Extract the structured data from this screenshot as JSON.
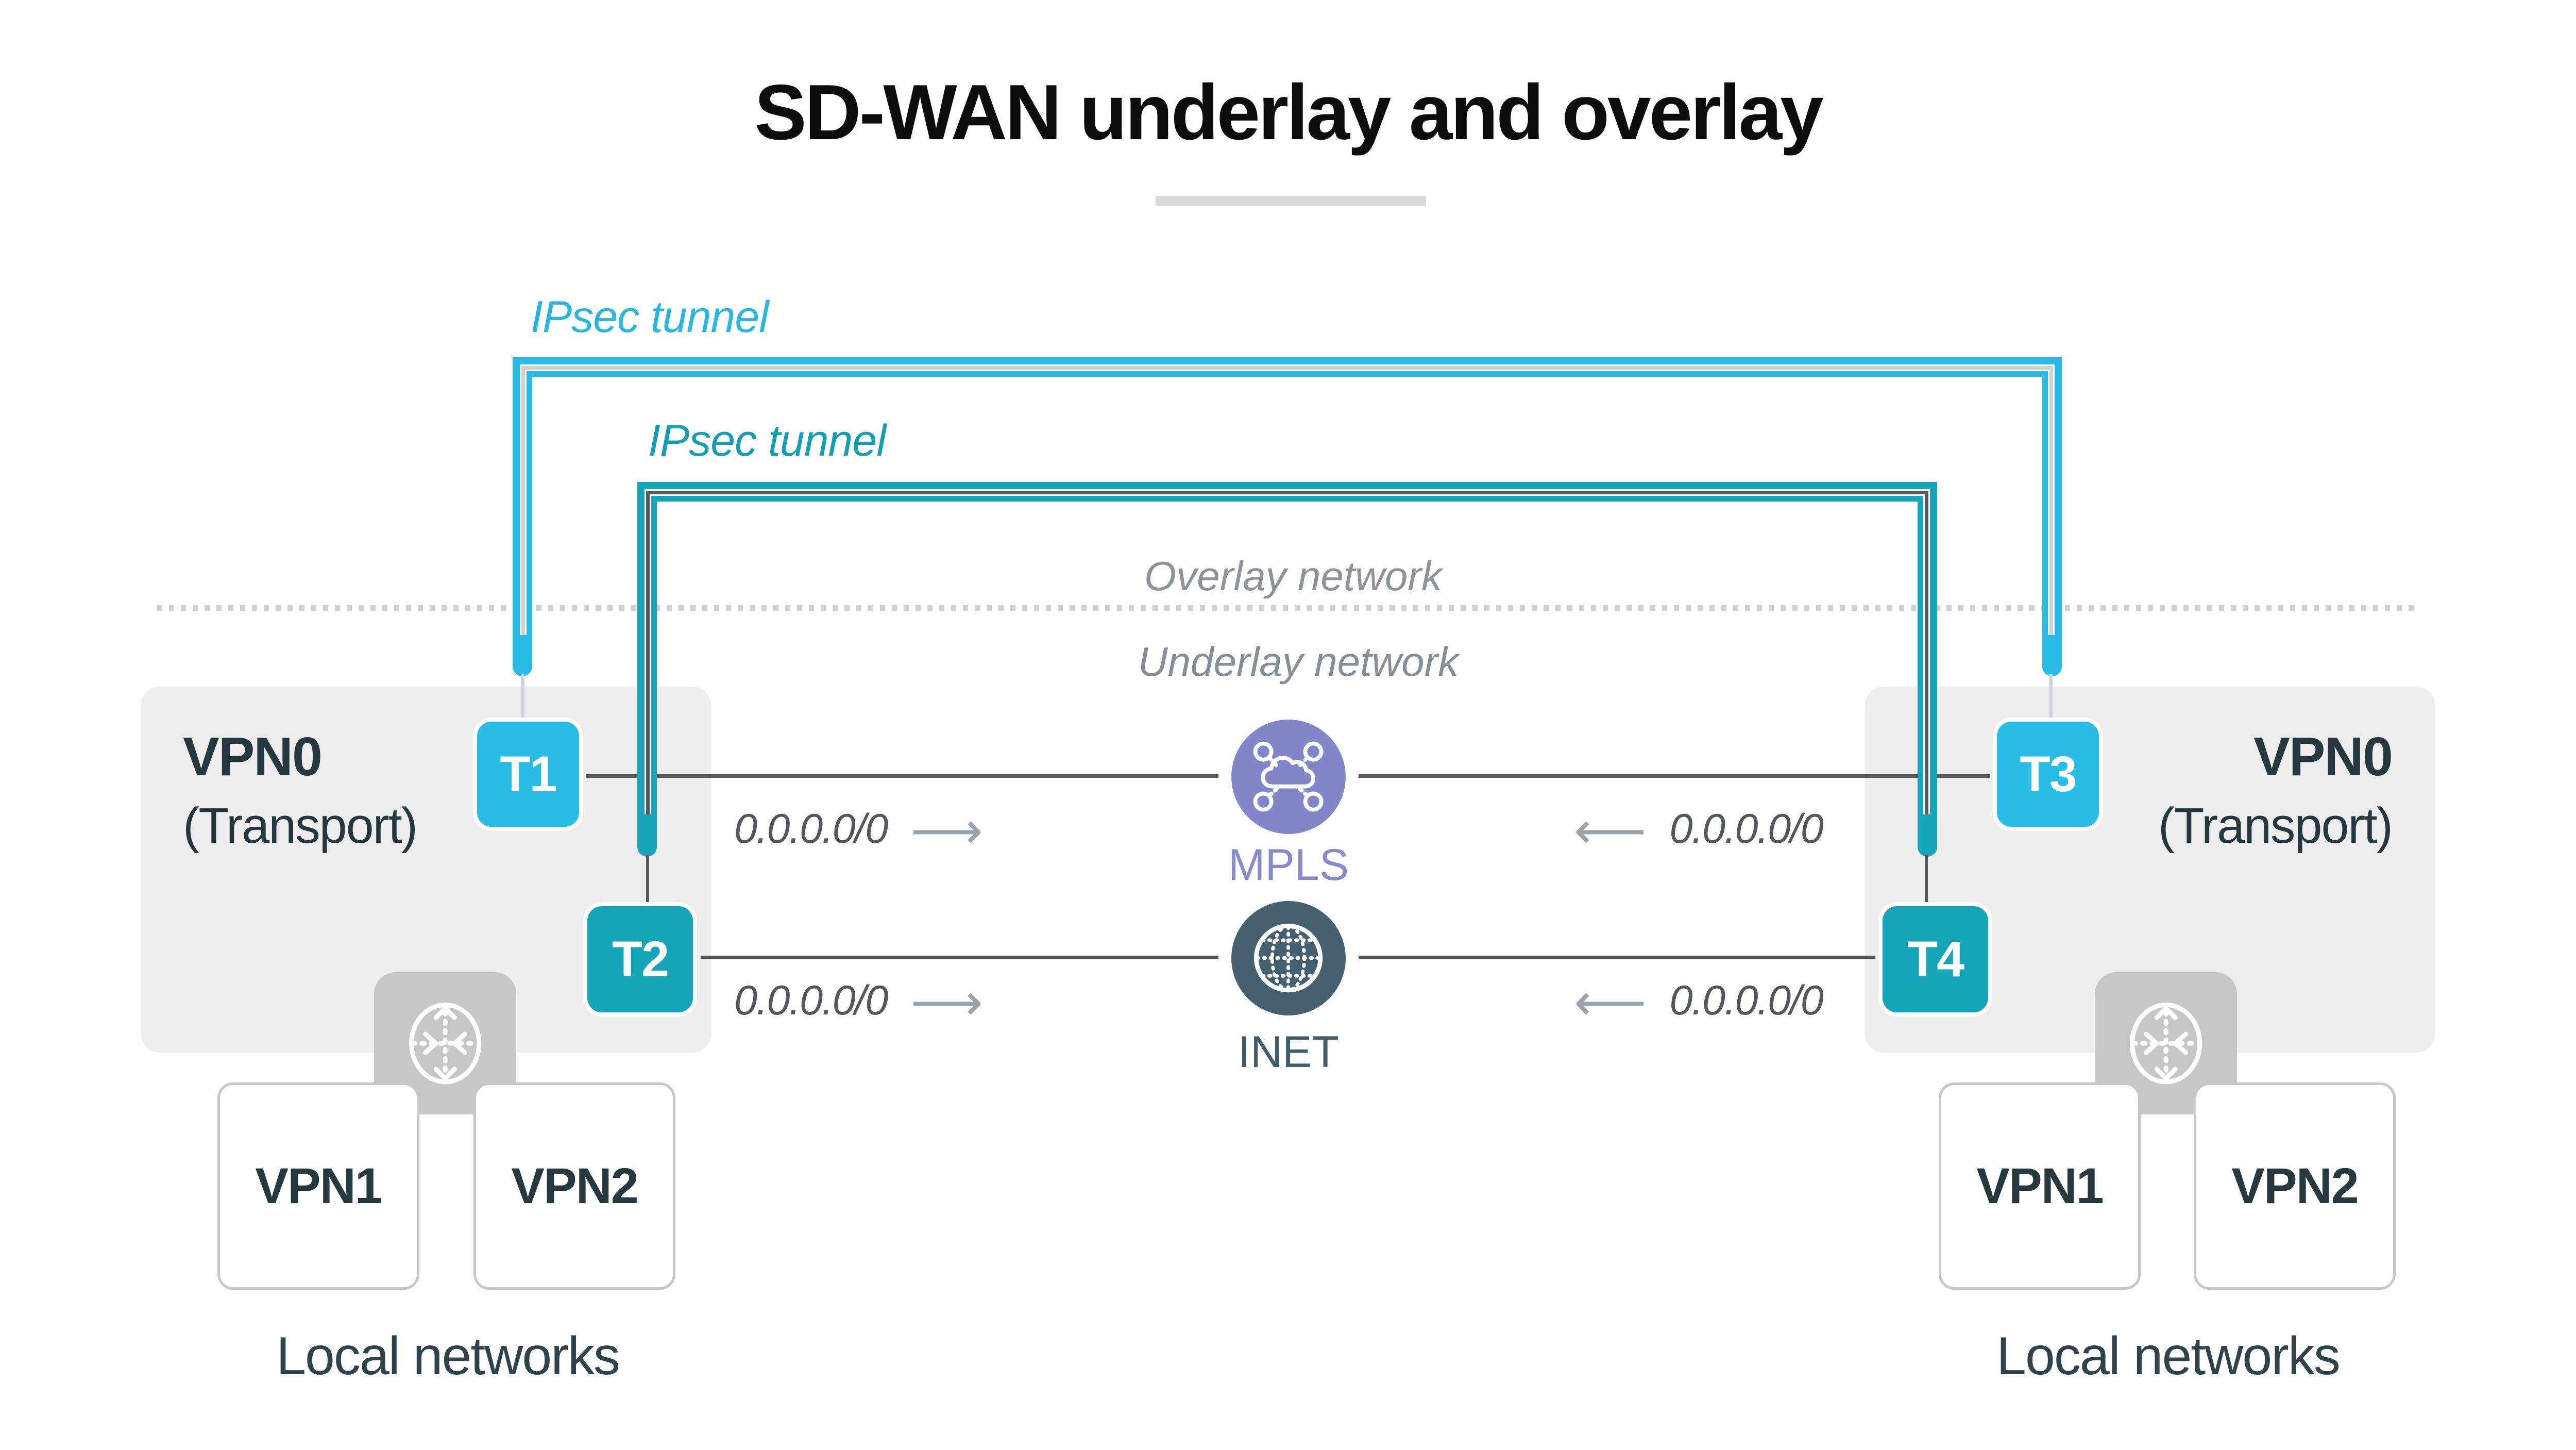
{
  "title": "SD-WAN underlay and overlay",
  "network_labels": {
    "overlay": "Overlay network",
    "underlay": "Underlay network"
  },
  "tunnels": {
    "tunnel1": {
      "label": "IPsec tunnel",
      "color": "#28bce7"
    },
    "tunnel2": {
      "label": "IPsec tunnel",
      "color": "#15a4b9"
    }
  },
  "clouds": {
    "mpls": {
      "label": "MPLS",
      "color": "#8287ca",
      "icon": "cloud-network-icon"
    },
    "inet": {
      "label": "INET",
      "color": "#45616f",
      "icon": "globe-icon"
    }
  },
  "routes": {
    "left_top": {
      "prefix": "0.0.0.0/0",
      "arrow": "⟶"
    },
    "left_bottom": {
      "prefix": "0.0.0.0/0",
      "arrow": "⟶"
    },
    "right_top": {
      "prefix": "0.0.0.0/0",
      "arrow": "⟵"
    },
    "right_bottom": {
      "prefix": "0.0.0.0/0",
      "arrow": "⟵"
    }
  },
  "sites": {
    "left": {
      "vpn0": "VPN0",
      "transport": "(Transport)",
      "nodes": {
        "t1": "T1",
        "t2": "T2"
      },
      "vpn_boxes": [
        "VPN1",
        "VPN2"
      ],
      "local_label": "Local networks"
    },
    "right": {
      "vpn0": "VPN0",
      "transport": "(Transport)",
      "nodes": {
        "t3": "T3",
        "t4": "T4"
      },
      "vpn_boxes": [
        "VPN1",
        "VPN2"
      ],
      "local_label": "Local networks"
    }
  }
}
